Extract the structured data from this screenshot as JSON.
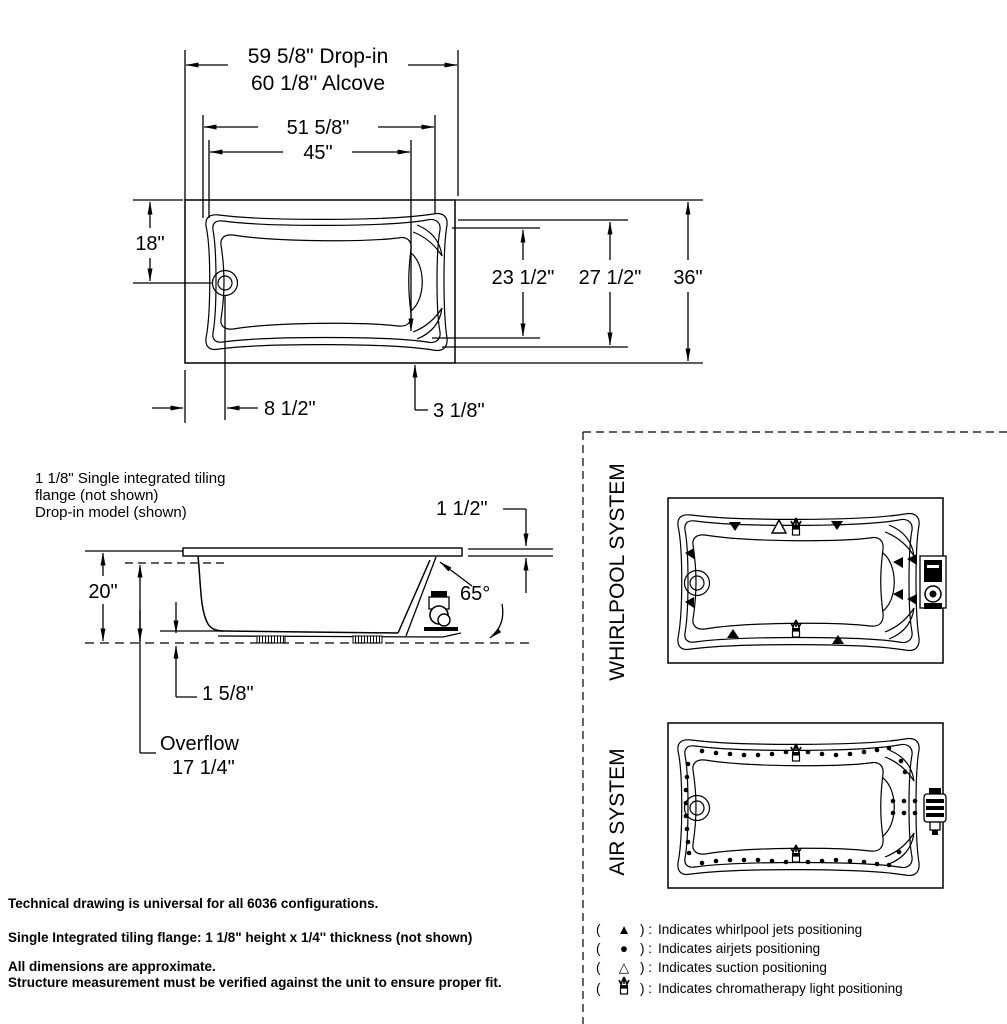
{
  "top_view": {
    "dim_width_line1": "59 5/8\" Drop-in",
    "dim_width_line2": "60 1/8'' Alcove",
    "dim_rim_width": "51 5/8\"",
    "dim_basin_width": "45\"",
    "dim_drain_from_top": "18\"",
    "dim_basin_length": "23 1/2\"",
    "dim_rim_length": "27 1/2\"",
    "dim_overall_length": "36\"",
    "dim_drain_from_left": "8 1/2\"",
    "dim_end_offset": "3 1/8\""
  },
  "side_view": {
    "flange_note_line1": "1 1/8\" Single integrated tiling",
    "flange_note_line2": "flange (not shown)",
    "flange_note_line3": "Drop-in model (shown)",
    "dim_deck_thickness": "1 1/2\"",
    "dim_height": "20\"",
    "dim_wall_angle": "65°",
    "dim_base_offset": "1 5/8\"",
    "overflow_label": "Overflow",
    "overflow_value": "17 1/4\""
  },
  "systems": {
    "whirlpool_title": "WHIRLPOOL SYSTEM",
    "air_title": "AIR SYSTEM",
    "legend": {
      "open": "(",
      "close": ") :",
      "items": [
        {
          "symbol": "▲",
          "text": "Indicates whirlpool jets positioning"
        },
        {
          "symbol": "●",
          "text": "Indicates airjets positioning"
        },
        {
          "symbol": "△",
          "text": "Indicates suction positioning"
        },
        {
          "symbol": "",
          "text": "Indicates chromatherapy light positioning"
        }
      ]
    }
  },
  "notes": {
    "line1": "Technical drawing is universal for all 6036 configurations.",
    "line2": "Single Integrated tiling flange: 1 1/8\" height x 1/4'' thickness (not shown)",
    "line3": "All dimensions are approximate.",
    "line4": "Structure measurement must be verified against the unit to ensure proper fit."
  }
}
